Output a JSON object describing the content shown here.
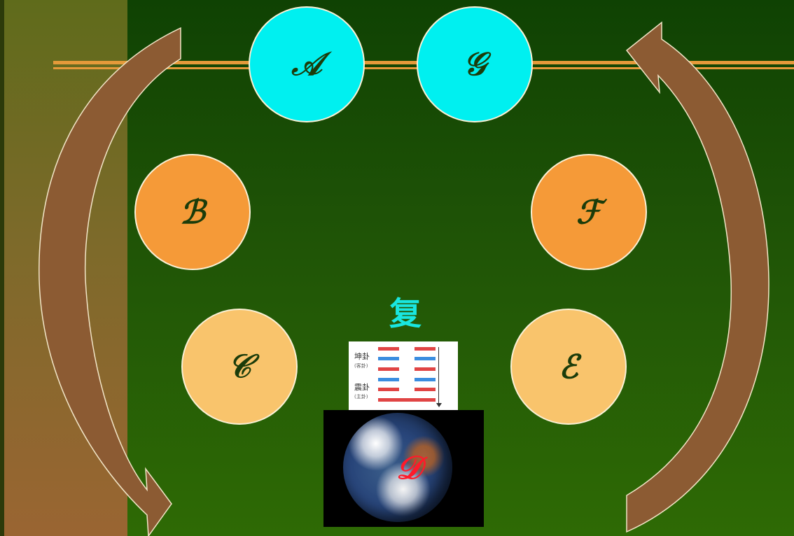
{
  "nodes": {
    "A": "𝒜",
    "G": "𝒢",
    "B": "ℬ",
    "F": "ℱ",
    "C": "𝒞",
    "E": "ℰ",
    "D": "𝒟"
  },
  "hexagram": {
    "title": "复",
    "upper_label": "坤卦",
    "upper_sub": "(客卦)",
    "lower_label": "震卦",
    "lower_sub": "(主卦)"
  },
  "colors": {
    "top_circles": "#00f0f0",
    "middle_circles": "#f59a38",
    "lower_circles": "#f9c46c",
    "arrows": "#8c5b33",
    "rule": "#e59a3a"
  },
  "icons": {
    "left_arrow": "curved-arrow-down-icon",
    "right_arrow": "curved-arrow-up-icon",
    "earth": "earth-photo"
  }
}
